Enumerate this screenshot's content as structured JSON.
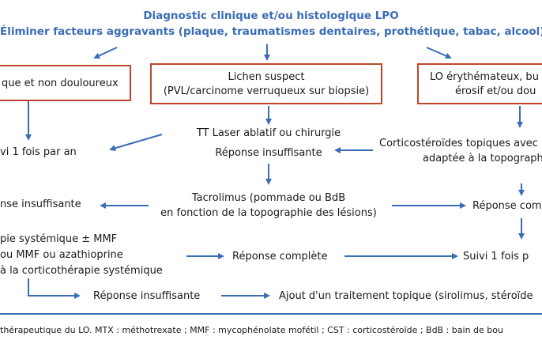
{
  "header": {
    "line1": "Diagnostic clinique et/ou histologique LPO",
    "line2": "Éliminer facteurs aggravants (plaque, traumatismes dentaires, prothétique, tabac, alcool)"
  },
  "boxes": {
    "left": "que et non douloureux",
    "center_l1": "Lichen suspect",
    "center_l2": "(PVL/carcinome verruqueux sur biopsie)",
    "right_l1": "LO érythémateux, bu",
    "right_l2": "érosif et/ou dou"
  },
  "left_col": {
    "followup": "vi 1 fois par an",
    "insufficient": "nse insuffisante",
    "systemic_l1": "pie systémique ± MMF",
    "systemic_l2": "ou MMF ou azathioprine",
    "systemic_l3": "à la corticothérapie systémique",
    "bottom_insufficient": "Réponse insuffisante"
  },
  "center_col": {
    "laser": "TT Laser ablatif ou chirurgie",
    "laser_insufficient": "Réponse insuffisante",
    "tacro_l1": "Tacrolimus (pommade ou BdB",
    "tacro_l2": "en fonction de la topographie des lésions)",
    "complete": "Réponse complète",
    "topical_add": "Ajout d'un traitement topique (sirolimus, stéroïde"
  },
  "right_col": {
    "cst_l1": "Corticostéroïdes topiques avec",
    "cst_l2": "adaptée à la topographi",
    "complete": "Réponse com",
    "followup": "Suivi 1 fois p"
  },
  "caption": "thérapeutique du LO. MTX : méthotrexate ; MMF : mycophénolate mofétil ; CST : corticostéroïde ; BdB : bain de bou",
  "colors": {
    "accent": "#3a6db5",
    "box_border": "#c0442b"
  }
}
